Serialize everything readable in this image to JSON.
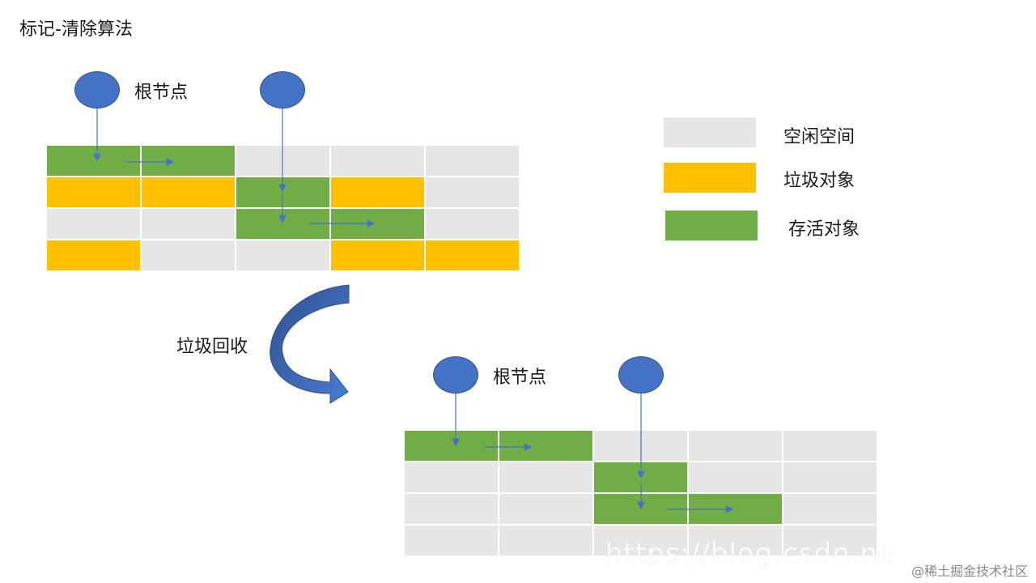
{
  "title": "标记-清除算法",
  "root_label_top": "根节点",
  "root_label_bottom": "根节点",
  "process_label": "垃圾回收",
  "legend": [
    {
      "label": "空闲空间",
      "color": "#e6e6e6"
    },
    {
      "label": "垃圾对象",
      "color": "#ffc000"
    },
    {
      "label": "存活对象",
      "color": "#70ad47"
    }
  ],
  "colors": {
    "free": "#e6e6e6",
    "garbage": "#ffc000",
    "live": "#70ad47",
    "root": "#4472c4",
    "arrow": "#4472c4"
  },
  "before_grid": [
    [
      "live",
      "live",
      "free",
      "free",
      "free"
    ],
    [
      "garbage",
      "garbage",
      "live",
      "garbage",
      "free"
    ],
    [
      "free",
      "free",
      "live",
      "live",
      "free"
    ],
    [
      "garbage",
      "free",
      "free",
      "garbage",
      "garbage"
    ]
  ],
  "after_grid": [
    [
      "live",
      "live",
      "free",
      "free",
      "free"
    ],
    [
      "free",
      "free",
      "live",
      "free",
      "free"
    ],
    [
      "free",
      "free",
      "live",
      "live",
      "free"
    ],
    [
      "free",
      "free",
      "free",
      "free",
      "free"
    ]
  ],
  "watermark_url": "https://blog.csdn.ne",
  "watermark_site": "@稀土掘金技术社区"
}
